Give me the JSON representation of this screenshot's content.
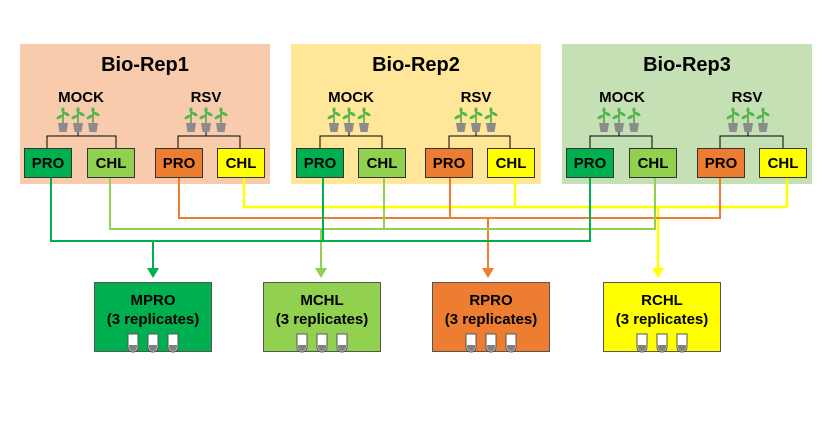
{
  "colors": {
    "rep1_bg": "#f8cbad",
    "rep2_bg": "#ffe699",
    "rep3_bg": "#c5e0b4",
    "mock_pro": "#00b050",
    "mock_chl": "#92d050",
    "rsv_pro": "#ed7d31",
    "rsv_chl": "#ffff00"
  },
  "reps": [
    {
      "title": "Bio-Rep1",
      "mock_label": "MOCK",
      "rsv_label": "RSV",
      "buttons": [
        "PRO",
        "CHL",
        "PRO",
        "CHL"
      ]
    },
    {
      "title": "Bio-Rep2",
      "mock_label": "MOCK",
      "rsv_label": "RSV",
      "buttons": [
        "PRO",
        "CHL",
        "PRO",
        "CHL"
      ]
    },
    {
      "title": "Bio-Rep3",
      "mock_label": "MOCK",
      "rsv_label": "RSV",
      "buttons": [
        "PRO",
        "CHL",
        "PRO",
        "CHL"
      ]
    }
  ],
  "results": [
    {
      "name": "MPRO",
      "note": "(3 replicates)"
    },
    {
      "name": "MCHL",
      "note": "(3 replicates)"
    },
    {
      "name": "RPRO",
      "note": "(3 replicates)"
    },
    {
      "name": "RCHL",
      "note": "(3 replicates)"
    }
  ],
  "icons": {
    "plant": "plant-pot-icon",
    "tube": "sample-tube-icon"
  }
}
